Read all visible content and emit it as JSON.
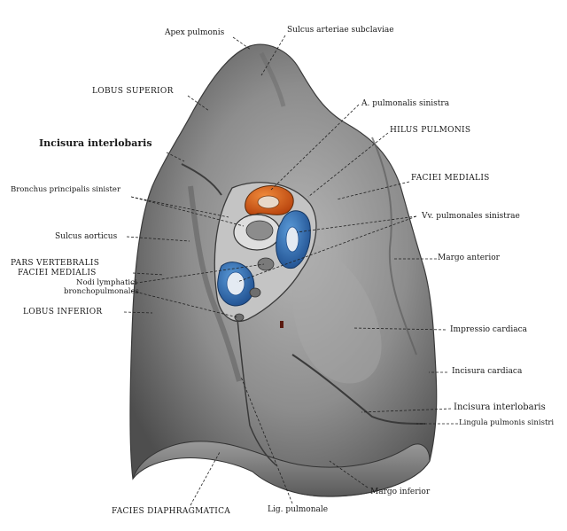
{
  "labels": {
    "apex_pulmonis": "Apex pulmonis",
    "sulcus_arteriae_subclaviae": "Sulcus arteriae subclaviae",
    "lobus_superior": "LOBUS SUPERIOR",
    "a_pulmonalis_sinistra": "A. pulmonalis sinistra",
    "incisura_interlobaris_top": "Incisura interlobaris",
    "hilus_pulmonis": "HILUS PULMONIS",
    "bronchus_principalis_sinister": "Bronchus principalis sinister",
    "faciei_medialis_right": "FACIEI MEDIALIS",
    "vv_pulmonales_sinistrae": "Vv. pulmonales sinistrae",
    "sulcus_aorticus": "Sulcus aorticus",
    "margo_anterior": "Margo anterior",
    "pars_vertebralis": "PARS VERTEBRALIS",
    "faciei_medialis_left": "FACIEI MEDIALIS",
    "nodi_lymphatici": "Nodi lymphatici",
    "bronchopulmonales": "bronchopulmonales",
    "lobus_inferior": "LOBUS INFERIOR",
    "impressio_cardiaca": "Impressio cardiaca",
    "incisura_cardiaca": "Incisura cardiaca",
    "incisura_interlobaris_bottom": "Incisura interlobaris",
    "lingula_pulmonis": "Lingula pulmonis sinistri",
    "margo_inferior": "Margo inferior",
    "facies_diaphragmatica": "FACIES DIAPHRAGMATICA",
    "lig_pulmonale": "Lig. pulmonale"
  },
  "colors": {
    "lung_surface": "#8a8a8a",
    "lung_dark": "#4a4a4a",
    "artery": "#e0641e",
    "vein": "#2f6fb5",
    "bronchus": "#d8d8d8"
  }
}
